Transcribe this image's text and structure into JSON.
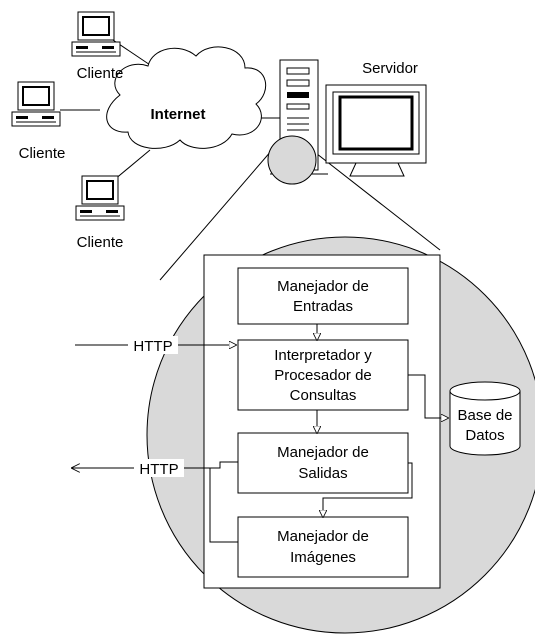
{
  "clients": [
    {
      "label": "Cliente"
    },
    {
      "label": "Cliente"
    },
    {
      "label": "Cliente"
    }
  ],
  "cloud": {
    "label": "Internet"
  },
  "server": {
    "label": "Servidor"
  },
  "modules": {
    "input": {
      "line1": "Manejador de",
      "line2": "Entradas"
    },
    "interpreter": {
      "line1": "Interpretador y",
      "line2": "Procesador de",
      "line3": "Consultas"
    },
    "output": {
      "line1": "Manejador de",
      "line2": "Salidas"
    },
    "images": {
      "line1": "Manejador de",
      "line2": "Imágenes"
    }
  },
  "database": {
    "line1": "Base de",
    "line2": "Datos"
  },
  "http_in": {
    "label": "HTTP"
  },
  "http_out": {
    "label": "HTTP"
  }
}
